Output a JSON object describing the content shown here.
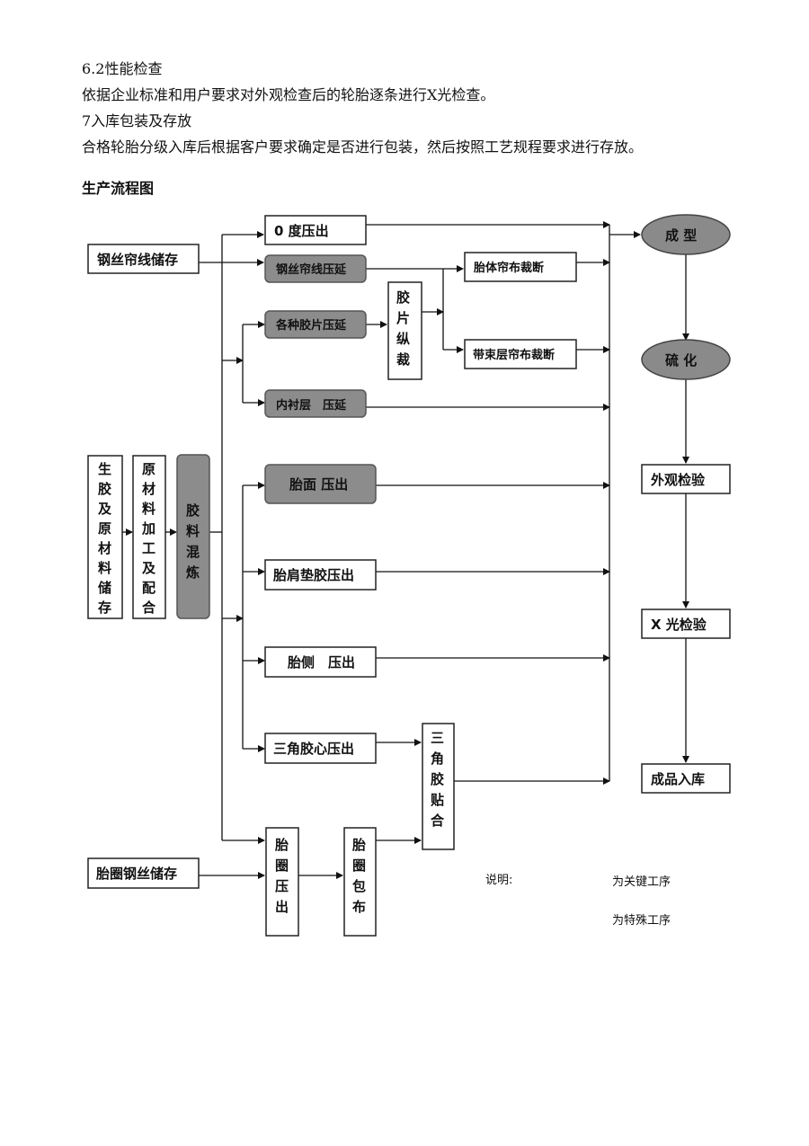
{
  "document": {
    "lines": [
      "6.2性能检查",
      "依据企业标准和用户要求对外观检查后的轮胎逐条进行X光检查。",
      "7入库包装及存放",
      "合格轮胎分级入库后根据客户要求确定是否进行包装，然后按照工艺规程要求进行存放。"
    ],
    "flow_title": "生产流程图"
  },
  "flow": {
    "zero_extrude": "0 度压出",
    "steel_cord_storage": "钢丝帘线储存",
    "steel_cord_calender": "钢丝帘线压延",
    "carcass_cut": "胎体帘布裁断",
    "rubber_sheet_calender": "各种胶片压延",
    "slitting": [
      "胶",
      "片",
      "纵",
      "裁"
    ],
    "belt_cut": "带束层帘布裁断",
    "innerliner_calender": "内衬层　压延",
    "raw_storage": [
      "生",
      "胶",
      "及",
      "原",
      "材",
      "料",
      "储",
      "存"
    ],
    "raw_process": [
      "原",
      "材",
      "料",
      "加",
      "工",
      "及",
      "配",
      "合"
    ],
    "mixing": [
      "胶",
      "料",
      "混",
      "炼"
    ],
    "tread_extrude": "胎面 压出",
    "shoulder_extrude": "胎肩垫胶压出",
    "sidewall_extrude": "胎侧　压出",
    "apex_extrude": "三角胶心压出",
    "apex_attach": [
      "三",
      "角",
      "胶",
      "贴",
      "合"
    ],
    "bead_wire_storage": "胎圈钢丝储存",
    "bead_extrude": [
      "胎",
      "圈",
      "压",
      "出"
    ],
    "bead_wrap": [
      "胎",
      "圈",
      "包",
      "布"
    ],
    "building": "成 型",
    "curing": "硫 化",
    "visual_inspection": "外观检验",
    "xray_inspection": "X 光检验",
    "finished_storage": "成品入库"
  },
  "legend": {
    "title": "说明:",
    "key_process": "为关键工序",
    "special_process": "为特殊工序"
  },
  "colors": {
    "gray_fill": "#8c8c8c",
    "ellipse_fill": "#8a8a8a",
    "border": "#222222"
  }
}
